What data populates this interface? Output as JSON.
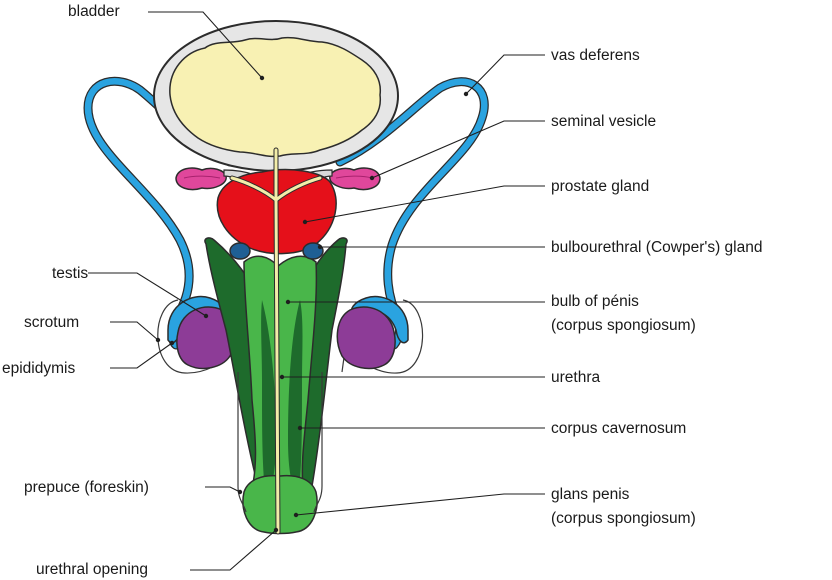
{
  "labels": {
    "bladder": "bladder",
    "vas_deferens": "vas deferens",
    "seminal_vesicle": "seminal vesicle",
    "prostate_gland": "prostate gland",
    "bulbourethral_gland": "bulbourethral (Cowper's) gland",
    "testis": "testis",
    "bulb_of_penis_line1": "bulb of pénis",
    "bulb_of_penis_line2": "(corpus spongiosum)",
    "scrotum": "scrotum",
    "epididymis": "epididymis",
    "urethra": "urethra",
    "corpus_cavernosum": "corpus cavernosum",
    "prepuce": "prepuce (foreskin)",
    "glans_penis_line1": "glans penis",
    "glans_penis_line2": "(corpus spongiosum)",
    "urethral_opening": "urethral opening"
  },
  "colors": {
    "bladder_wall": "#e6e6e6",
    "bladder_fill": "#f8f1b3",
    "urethra": "#f3eda9",
    "vas_deferens": "#2aa3e0",
    "seminal_vesicle": "#e0479b",
    "prostate": "#e5101a",
    "bulbourethral": "#1f5f94",
    "corpus_cavernosum": "#1e6b2c",
    "corpus_spongiosum": "#49b64a",
    "testis": "#8d3c97",
    "outline": "#3a3a3a"
  }
}
